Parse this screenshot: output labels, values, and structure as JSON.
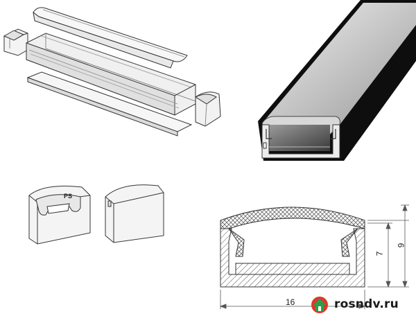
{
  "drawing": {
    "dimensions": {
      "width": "16",
      "inner_height": "7",
      "total_height": "9"
    },
    "watermark": {
      "text": "rosndv.ru",
      "icon": "house-logo-icon"
    },
    "end_cap_mark": "PS",
    "colors": {
      "line": "#333333",
      "hatch": "#555555",
      "profile_dark": "#111111",
      "diffuser": "#cfcfcf",
      "aluminium": "#e6e6e6"
    }
  }
}
